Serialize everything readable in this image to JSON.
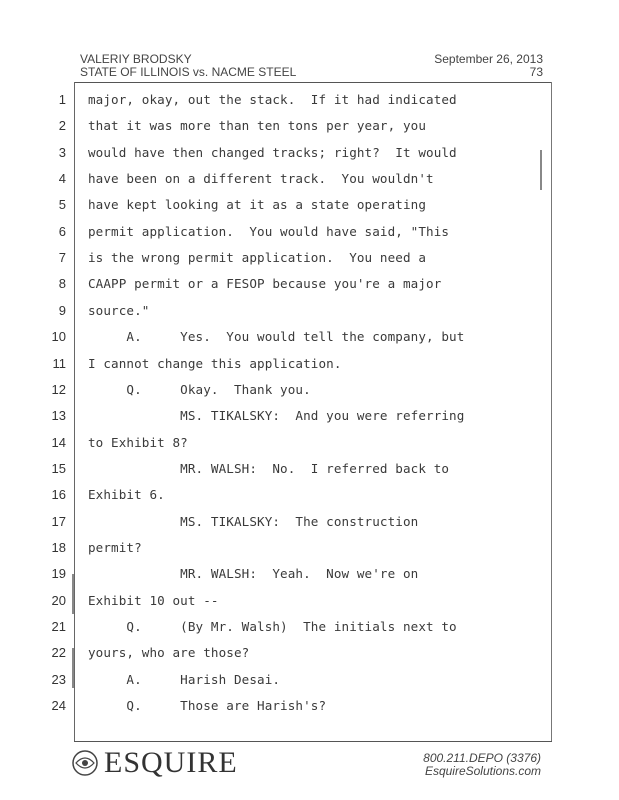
{
  "header": {
    "witness": "VALERIY BRODSKY",
    "case": "STATE OF ILLINOIS vs. NACME STEEL",
    "date": "September 26, 2013",
    "page_number": "73"
  },
  "lines": [
    {
      "num": "1",
      "text": "major, okay, out the stack.  If it had indicated"
    },
    {
      "num": "2",
      "text": "that it was more than ten tons per year, you"
    },
    {
      "num": "3",
      "text": "would have then changed tracks; right?  It would"
    },
    {
      "num": "4",
      "text": "have been on a different track.  You wouldn't"
    },
    {
      "num": "5",
      "text": "have kept looking at it as a state operating"
    },
    {
      "num": "6",
      "text": "permit application.  You would have said, \"This"
    },
    {
      "num": "7",
      "text": "is the wrong permit application.  You need a"
    },
    {
      "num": "8",
      "text": "CAAPP permit or a FESOP because you're a major"
    },
    {
      "num": "9",
      "text": "source.\""
    },
    {
      "num": "10",
      "text": "     A.     Yes.  You would tell the company, but"
    },
    {
      "num": "11",
      "text": "I cannot change this application."
    },
    {
      "num": "12",
      "text": "     Q.     Okay.  Thank you."
    },
    {
      "num": "13",
      "text": "            MS. TIKALSKY:  And you were referring"
    },
    {
      "num": "14",
      "text": "to Exhibit 8?"
    },
    {
      "num": "15",
      "text": "            MR. WALSH:  No.  I referred back to"
    },
    {
      "num": "16",
      "text": "Exhibit 6."
    },
    {
      "num": "17",
      "text": "            MS. TIKALSKY:  The construction"
    },
    {
      "num": "18",
      "text": "permit?"
    },
    {
      "num": "19",
      "text": "            MR. WALSH:  Yeah.  Now we're on"
    },
    {
      "num": "20",
      "text": "Exhibit 10 out --"
    },
    {
      "num": "21",
      "text": "     Q.     (By Mr. Walsh)  The initials next to"
    },
    {
      "num": "22",
      "text": "yours, who are those?"
    },
    {
      "num": "23",
      "text": "     A.     Harish Desai."
    },
    {
      "num": "24",
      "text": "     Q.     Those are Harish's?"
    }
  ],
  "footer": {
    "logo_text": "ESQUIRE",
    "phone": "800.211.DEPO (3376)",
    "website": "EsquireSolutions.com"
  }
}
